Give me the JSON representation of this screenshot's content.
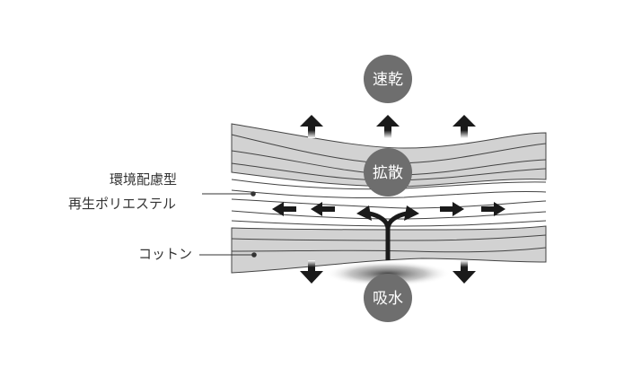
{
  "labels": {
    "polyester_line1": "環境配慮型",
    "polyester_line2": "再生ポリエステル",
    "cotton": "コットン"
  },
  "bubbles": {
    "quick_dry": "速乾",
    "diffusion": "拡散",
    "absorption": "吸水"
  },
  "colors": {
    "fabric_layer": "#d2d2d2",
    "fiber_line": "#444444",
    "bubble": "#6e6e6e",
    "bubble_text": "#ffffff",
    "arrow": "#1a1a1a",
    "label_text": "#333333"
  }
}
